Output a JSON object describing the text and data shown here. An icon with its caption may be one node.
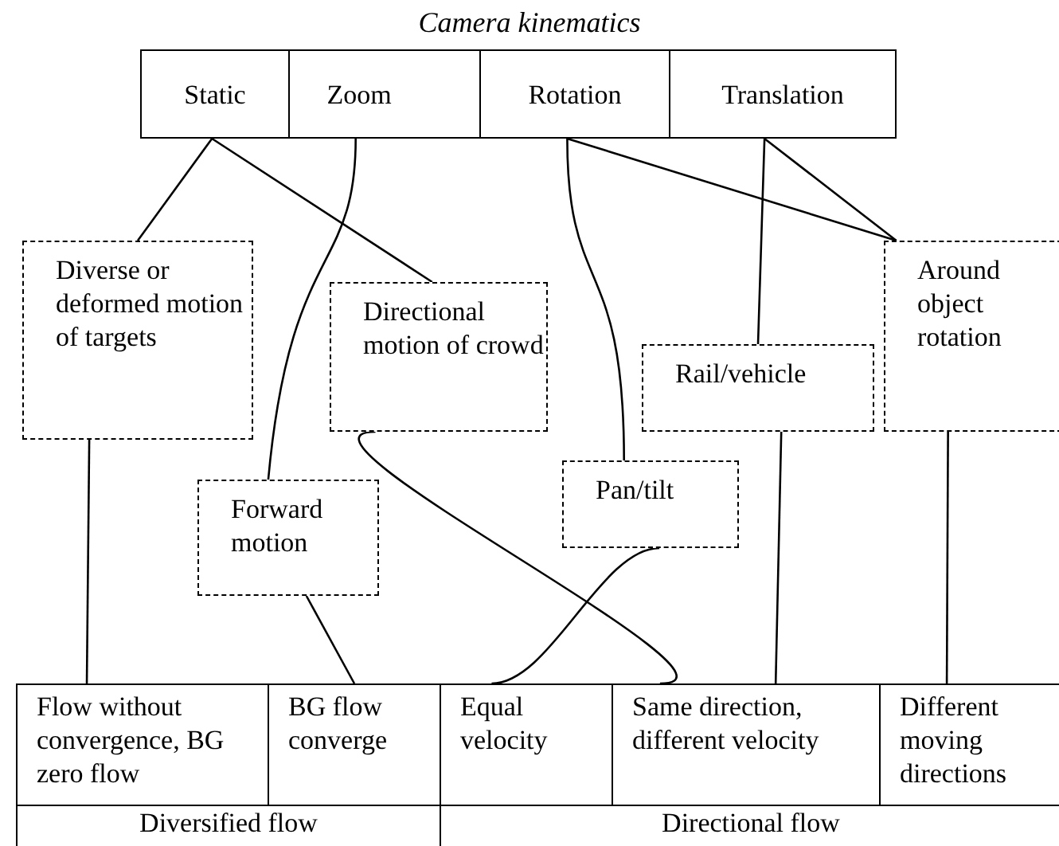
{
  "diagram": {
    "title": "Camera kinematics",
    "nodes": [
      {
        "text": [
          "Static"
        ]
      },
      {
        "text": [
          "Zoom"
        ]
      },
      {
        "text": [
          "Rotation"
        ]
      },
      {
        "text": [
          "Translation"
        ]
      },
      {
        "text": [
          "Diverse or deformed motion of targets"
        ]
      },
      {
        "text": [
          "Directional motion of crowd"
        ]
      },
      {
        "text": [
          "Rail/vehicle"
        ]
      },
      {
        "text": [
          "Around object rotation"
        ]
      },
      {
        "text": [
          "Forward motion"
        ]
      },
      {
        "text": [
          "Pan/tilt"
        ]
      },
      {
        "text": [
          "Flow without convergence, BG zero flow"
        ]
      },
      {
        "text": [
          "BG flow converge"
        ]
      },
      {
        "text": [
          "Equal velocity"
        ]
      },
      {
        "text": [
          "Same direction, different velocity"
        ]
      },
      {
        "text": [
          "Different moving directions"
        ]
      },
      {
        "text": [
          "Diversified flow"
        ]
      },
      {
        "text": [
          "Directional flow"
        ]
      }
    ],
    "edges": [
      {
        "from": 0,
        "to": 4,
        "arrow": "none"
      },
      {
        "from": 0,
        "to": 5,
        "arrow": "none"
      },
      {
        "from": 1,
        "to": 8,
        "arrow": "none"
      },
      {
        "from": 2,
        "to": 9,
        "arrow": "none"
      },
      {
        "from": 2,
        "to": 7,
        "arrow": "none"
      },
      {
        "from": 3,
        "to": 6,
        "arrow": "none"
      },
      {
        "from": 3,
        "to": 7,
        "arrow": "none"
      },
      {
        "from": 4,
        "to": 10,
        "arrow": "none"
      },
      {
        "from": 8,
        "to": 11,
        "arrow": "none"
      },
      {
        "from": 5,
        "to": 13,
        "arrow": "none"
      },
      {
        "from": 9,
        "to": 12,
        "arrow": "none"
      },
      {
        "from": 6,
        "to": 13,
        "arrow": "none"
      },
      {
        "from": 7,
        "to": 14,
        "arrow": "none"
      }
    ]
  }
}
